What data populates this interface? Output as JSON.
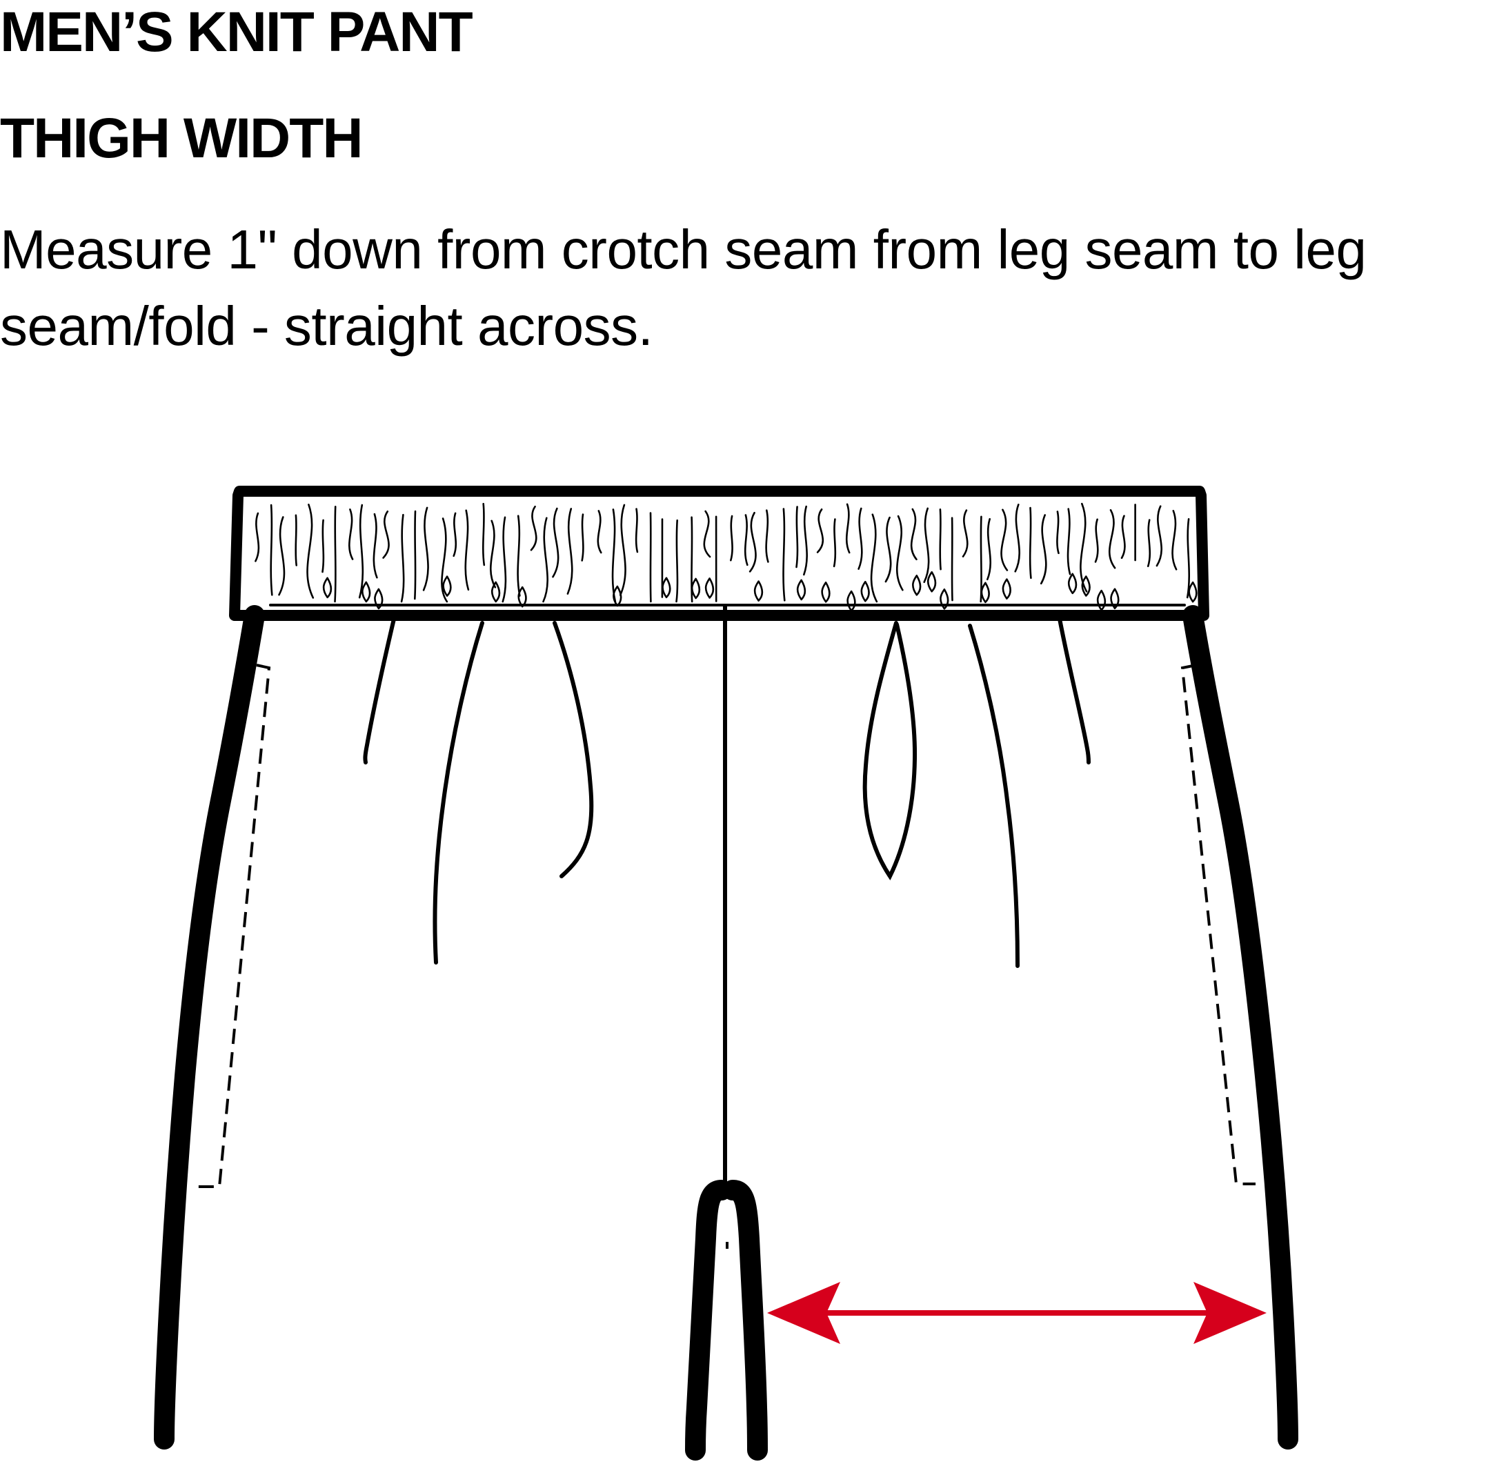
{
  "heading": {
    "line1": "MEN’S KNIT PANT",
    "line2": "THIGH WIDTH"
  },
  "instructions": "Measure 1\" down from crotch seam from leg seam to leg seam/fold - straight across.",
  "colors": {
    "outline": "#000000",
    "measure_arrow": "#d6001c"
  },
  "icons": {
    "measure_arrow": "double-headed-arrow"
  }
}
